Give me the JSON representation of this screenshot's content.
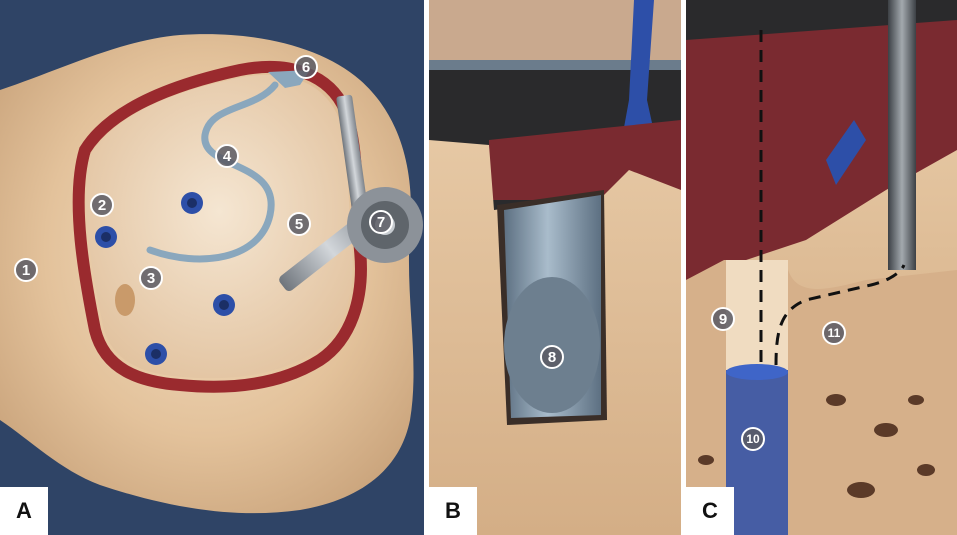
{
  "panels": [
    {
      "label": "A",
      "markers": [
        "1",
        "2",
        "3",
        "4",
        "5",
        "6",
        "7"
      ]
    },
    {
      "label": "B",
      "markers": [
        "8"
      ]
    },
    {
      "label": "C",
      "markers": [
        "9",
        "10",
        "11"
      ]
    }
  ],
  "colors": {
    "background_drape": "#2f4466",
    "bone": "#d9b48c",
    "bone_light": "#ecd3b0",
    "bone_margin": "#9a2a2e",
    "implant_blue": "#2d4fa8",
    "device_silicone": "#8aa7bd",
    "instrument_steel": "#9aa0a6"
  }
}
